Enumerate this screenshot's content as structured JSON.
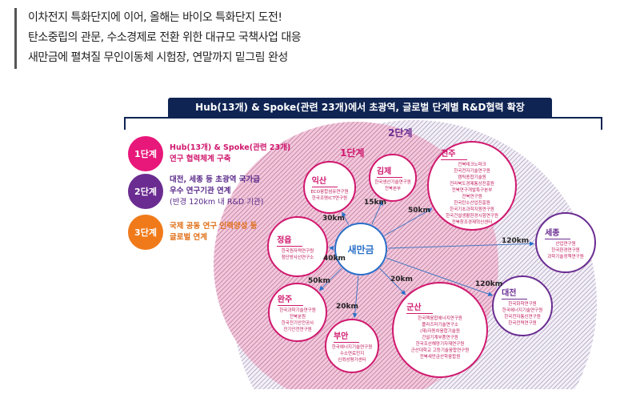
{
  "headlines": [
    "이차전지 특화단지에 이어, 올해는 바이오 특화단지 도전!",
    "탄소중립의 관문, 수소경제로 전환 위한 대규모 국책사업 대응",
    "새만금에 펼쳐질 무인이동체 시험장, 연말까지 밑그림 완성"
  ],
  "diagram": {
    "title": "Hub(13개) & Spoke(관련 23개)에서 초광역, 글로벌 단계별 R&D협력 확장",
    "stages": [
      {
        "badge": "1단계",
        "lines": [
          "Hub(13개) & Spoke(관련 23개)",
          "연구 협력체계 구축"
        ],
        "color": "#e8177a"
      },
      {
        "badge": "2단계",
        "lines": [
          "대전, 세종 등 초광역 국가급",
          "우수 연구기관 연계",
          "(반경 120km 내 R&D 기관)"
        ],
        "color": "#6a2c91"
      },
      {
        "badge": "3단계",
        "lines": [
          "국제 공동 연구 인력양성 등",
          "글로벌 연계"
        ],
        "color": "#f07a1a"
      }
    ],
    "ring_labels": {
      "stage1": "1단계",
      "stage2": "2단계"
    },
    "hub": "새만금",
    "nodes": [
      {
        "name": "익산",
        "items": [
          "ECO융합섬유연구원",
          "한국조명ICT연구원"
        ],
        "distance": "30km"
      },
      {
        "name": "김제",
        "items": [
          "한국생산기술연구원",
          "전북본부"
        ],
        "distance": "15km"
      },
      {
        "name": "전주",
        "items": [
          "전북테크노파크",
          "한국전자기술연구원",
          "캠틱종합기술원",
          "전라북도경제통상진흥원",
          "전북연구개발특구본부",
          "전북연구원",
          "한국탄소산업진흥원",
          "한국기초과학지원연구원",
          "한국건설생활환경시험연구원",
          "전북창조경제혁신센터"
        ],
        "distance": "50km"
      },
      {
        "name": "정읍",
        "items": [
          "한국원자력연구원",
          "첨단방사선연구소"
        ],
        "distance": "40km"
      },
      {
        "name": "세종",
        "items": [
          "산업연구원",
          "한국환경연구원",
          "과학기술정책연구원"
        ],
        "distance": "120km"
      },
      {
        "name": "완주",
        "items": [
          "한국과학기술연구원",
          "전북분원",
          "한국전기안전공사",
          "전기안전연구원"
        ],
        "distance": "50km"
      },
      {
        "name": "부안",
        "items": [
          "한국에너지기술연구원",
          "수소연료전지",
          "신뢰성평가센터"
        ],
        "distance": "20km"
      },
      {
        "name": "군산",
        "items": [
          "한국핵융합에너지연구원",
          "플라즈마기술연구소",
          "(재)자동차융합기술원",
          "건설기계부품연구원",
          "한국조선해양기자재연구원",
          "군산대학교 고등기술융합연구원",
          "전북새만금산학융합원"
        ],
        "distance": "20km"
      },
      {
        "name": "대전",
        "items": [
          "한국화학연구원",
          "한국에너지기술연구원",
          "한국전자통신연구원",
          "한국전력연구원"
        ],
        "distance": "120km"
      }
    ]
  }
}
